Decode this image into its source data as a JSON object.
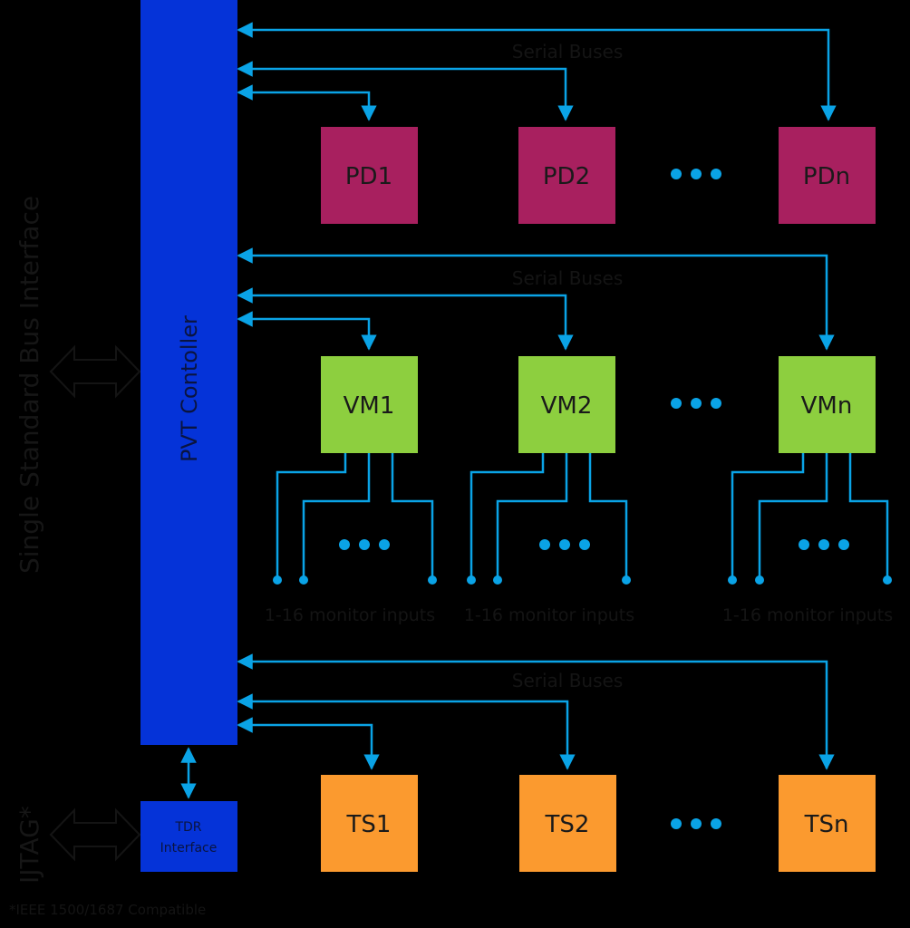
{
  "controller": {
    "label": "PVT Contoller",
    "color": "#0533d8"
  },
  "tdr": {
    "line1": "TDR",
    "line2": "Interface",
    "color": "#0533d8"
  },
  "left_labels": {
    "bus_interface": "Single Standard Bus Interface",
    "ijtag": "IJTAG*"
  },
  "footnote": "*IEEE 1500/1687 Compatible",
  "ellipsis": "•••",
  "wire_color": "#0aa3e6",
  "rows": [
    {
      "id": "pd",
      "bus_label": "Serial Buses",
      "color": "#a8205f",
      "boxes": [
        "PD1",
        "PD2",
        "PDn"
      ]
    },
    {
      "id": "vm",
      "bus_label": "Serial Buses",
      "color": "#8dcf3f",
      "boxes": [
        "VM1",
        "VM2",
        "VMn"
      ],
      "monitor_label": "1-16 monitor inputs"
    },
    {
      "id": "ts",
      "bus_label": "Serial Buses",
      "color": "#fb9a2f",
      "boxes": [
        "TS1",
        "TS2",
        "TSn"
      ]
    }
  ]
}
